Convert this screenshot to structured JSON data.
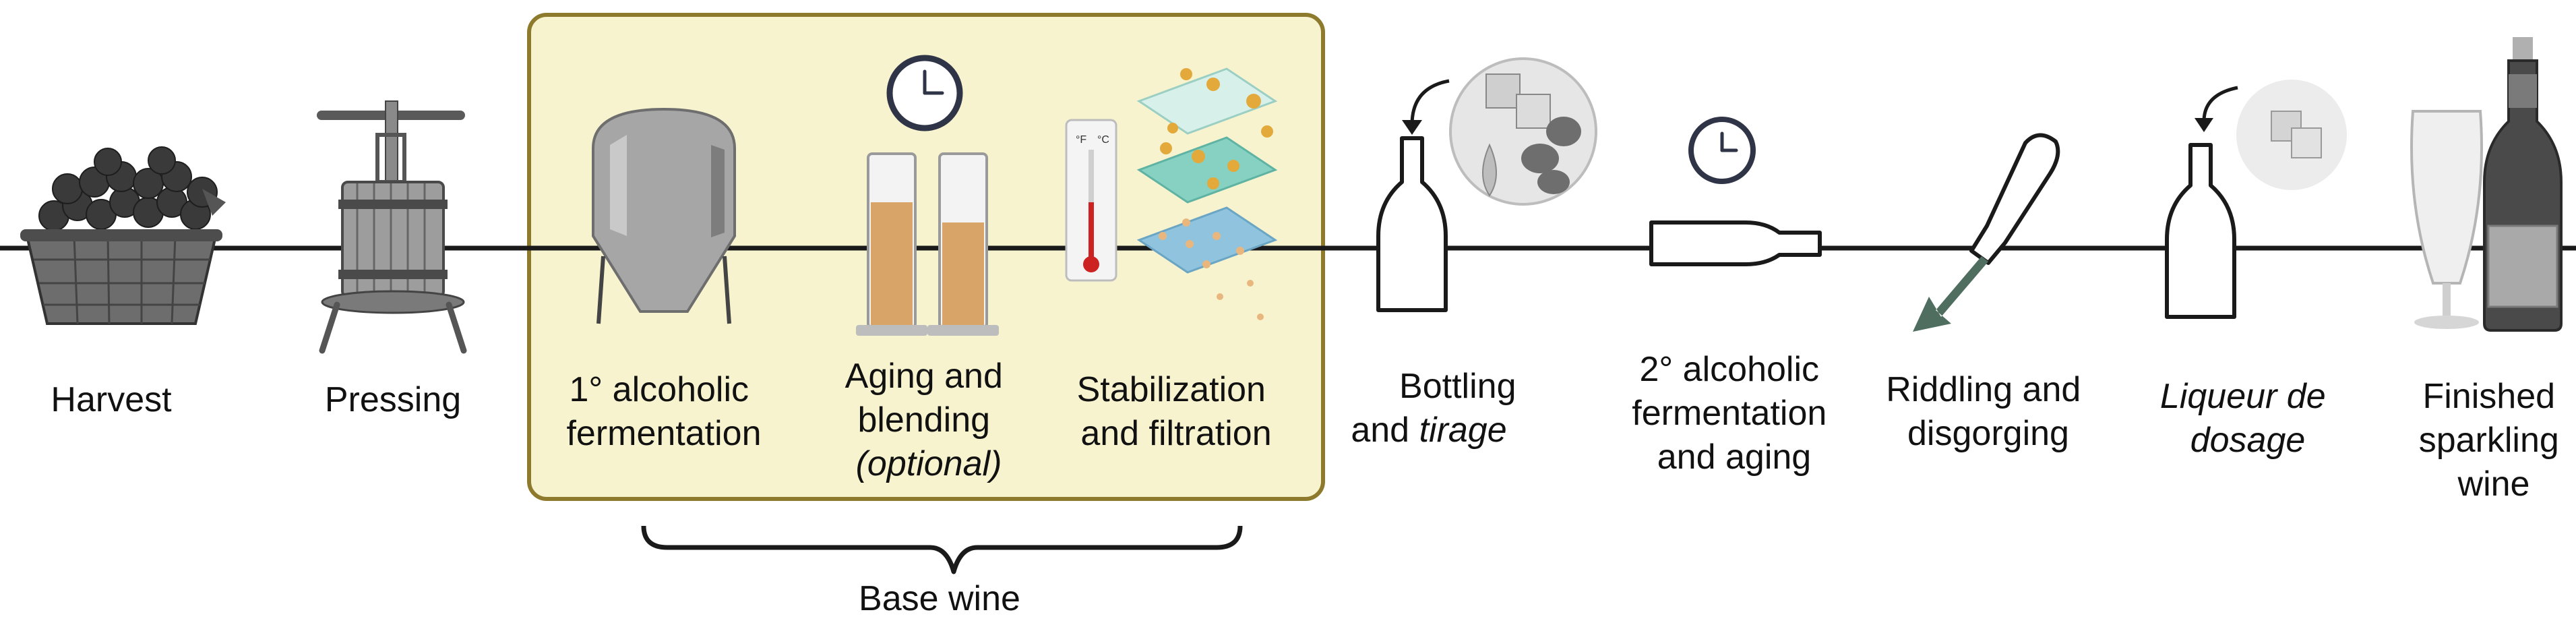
{
  "steps": {
    "harvest": {
      "lines": [
        "Harvest"
      ]
    },
    "pressing": {
      "lines": [
        "Pressing"
      ]
    },
    "fermentation1": {
      "lines": [
        "1° alcoholic",
        "fermentation"
      ]
    },
    "aging": {
      "lines": [
        "Aging and",
        "blending"
      ],
      "note": "(optional)"
    },
    "stabilization": {
      "lines": [
        "Stabilization",
        "and filtration"
      ]
    },
    "bottling": {
      "line1": "Bottling",
      "line2_prefix": "and ",
      "line2_italic": "tirage"
    },
    "fermentation2": {
      "lines": [
        "2° alcoholic",
        "fermentation",
        "and aging"
      ]
    },
    "riddling": {
      "lines": [
        "Riddling and",
        "disgorging"
      ]
    },
    "liqueur": {
      "lines": [
        "Liqueur de",
        "dosage"
      ]
    },
    "finished": {
      "lines": [
        "Finished",
        "sparkling",
        "wine"
      ]
    }
  },
  "base_wine": {
    "label": "Base wine"
  },
  "thermometer": {
    "left_unit": "°F",
    "right_unit": "°C"
  },
  "colors": {
    "line": "#1a1a1a",
    "box_fill": "#f7f3cf",
    "box_stroke": "#8d7a2c",
    "grey_dark": "#5a5a5a",
    "grey_mid": "#9a9a9a",
    "grey_light": "#d9d9d9",
    "wine_amber": "#d9a467",
    "sheet_green": "#86d1c2",
    "sheet_blue": "#8fc3de",
    "particle": "#e3a93b",
    "arrow_green": "#4f6e60"
  }
}
